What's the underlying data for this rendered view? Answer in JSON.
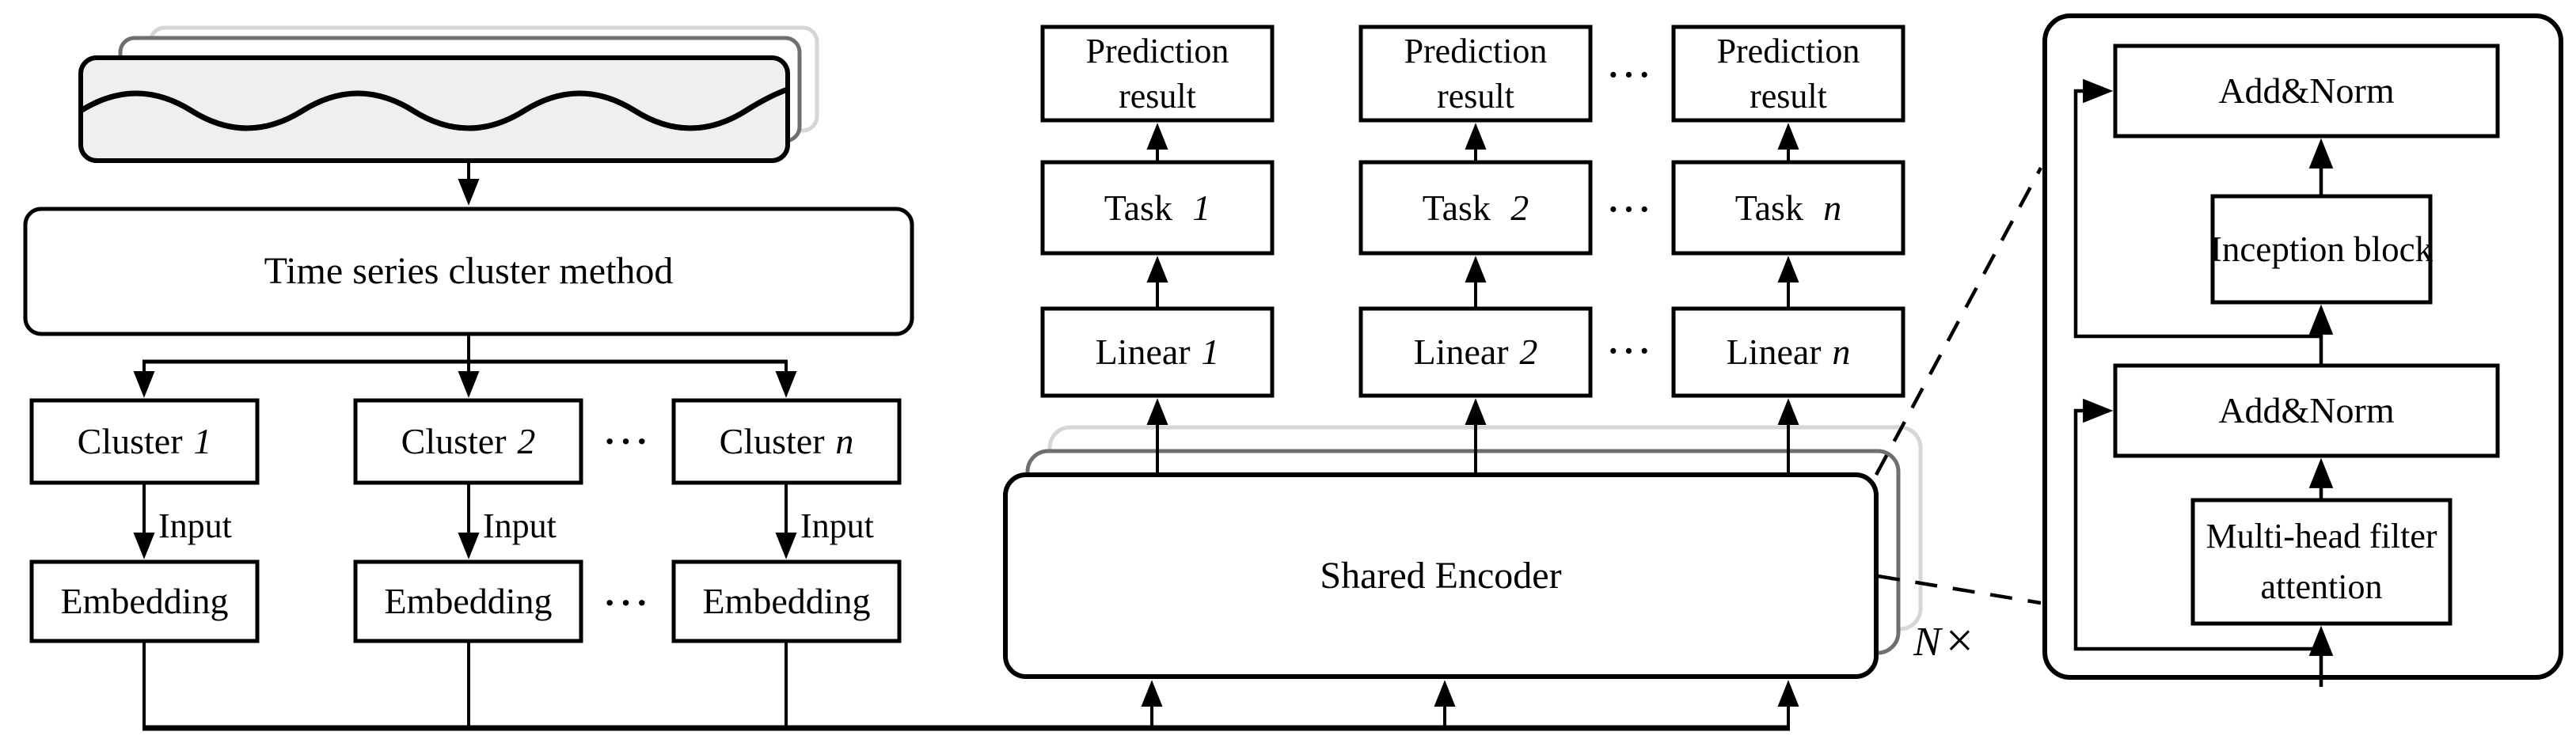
{
  "figure": {
    "left": {
      "cluster_method_label": "Time series cluster method",
      "clusters": [
        {
          "word": "Cluster",
          "index": "1"
        },
        {
          "word": "Cluster",
          "index": "2"
        },
        {
          "word": "Cluster",
          "index": "n"
        }
      ],
      "input_labels": [
        "Input",
        "Input",
        "Input"
      ],
      "embedding_labels": [
        "Embedding",
        "Embedding",
        "Embedding"
      ],
      "ellipsis": "···"
    },
    "center": {
      "prediction_boxes": [
        {
          "line1": "Prediction",
          "line2": "result"
        },
        {
          "line1": "Prediction",
          "line2": "result"
        },
        {
          "line1": "Prediction",
          "line2": "result"
        }
      ],
      "task_boxes": [
        {
          "word": "Task",
          "index": "1"
        },
        {
          "word": "Task",
          "index": "2"
        },
        {
          "word": "Task",
          "index": "n"
        }
      ],
      "linear_boxes": [
        {
          "word": "Linear",
          "index": "1"
        },
        {
          "word": "Linear",
          "index": "2"
        },
        {
          "word": "Linear",
          "index": "n"
        }
      ],
      "shared_encoder_label": "Shared Encoder",
      "repeat_label": {
        "n": "N",
        "times": "×"
      },
      "ellipsis": "···"
    },
    "detail_panel": {
      "add_norm_top_label": "Add&Norm",
      "inception_label": "Inception block",
      "add_norm_bottom_label": "Add&Norm",
      "attention_label": {
        "line1": "Multi-head filter",
        "line2": "attention"
      }
    },
    "colors": {
      "stroke": "#000000",
      "stack_mid_border": "#6f6f6f",
      "stack_back_border": "#d6d6d6",
      "wave_fill": "#efefef",
      "background": "#ffffff"
    }
  }
}
